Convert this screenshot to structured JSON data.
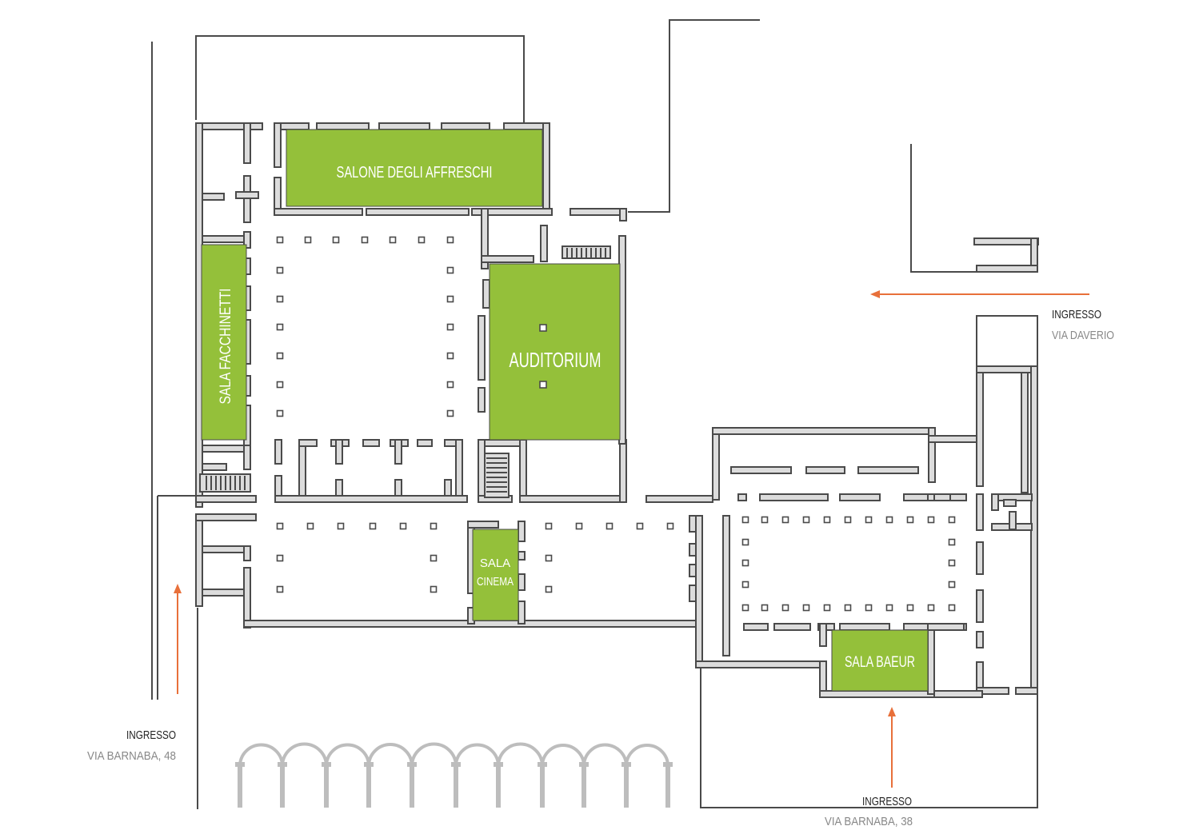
{
  "rooms": {
    "salone_affreschi": "SALONE DEGLI AFFRESCHI",
    "sala_facchinetti": "SALA FACCHINETTI",
    "auditorium": "AUDITORIUM",
    "sala_cinema_1": "SALA",
    "sala_cinema_2": "CINEMA",
    "sala_baeur": "SALA BAEUR"
  },
  "entrances": {
    "daverio": {
      "title": "INGRESSO",
      "street": "VIA DAVERIO"
    },
    "barnaba48": {
      "title": "INGRESSO",
      "street": "VIA BARNABA, 48"
    },
    "barnaba38": {
      "title": "INGRESSO",
      "street": "VIA BARNABA, 38"
    }
  },
  "colors": {
    "room_fill": "#94c03a",
    "wall_fill": "#dcdcdc",
    "wall_stroke": "#4a4a4a",
    "arrow": "#e8703a",
    "background": "#ffffff"
  }
}
